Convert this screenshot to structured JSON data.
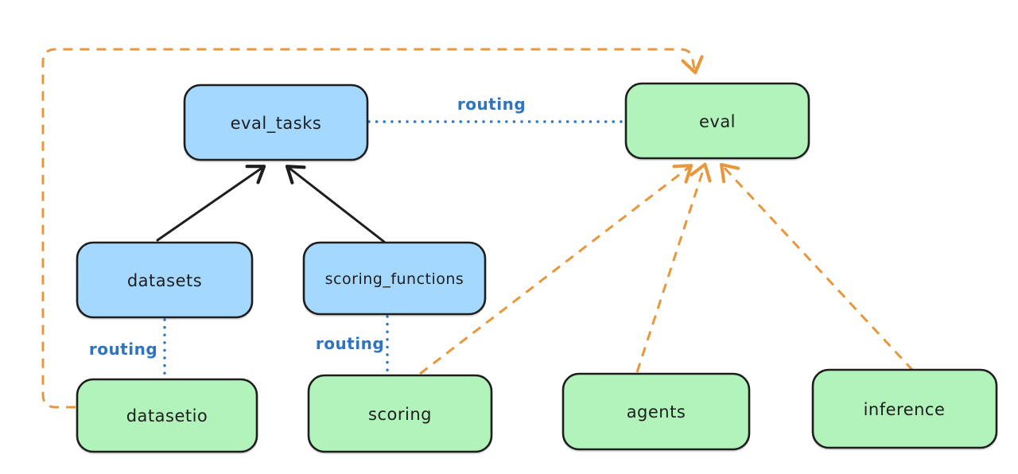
{
  "colors": {
    "background": "#ffffff",
    "node_border": "#1e1e1e",
    "node_blue_fill": "#a5d8ff",
    "node_green_fill": "#b2f2bb",
    "solid_edge": "#1e1e1e",
    "routing_edge": "#2f74c0",
    "provider_edge": "#e8973a"
  },
  "nodes": {
    "eval_tasks": {
      "label": "eval_tasks",
      "fill": "#a5d8ff",
      "kind": "api"
    },
    "eval": {
      "label": "eval",
      "fill": "#b2f2bb",
      "kind": "provider"
    },
    "datasets": {
      "label": "datasets",
      "fill": "#a5d8ff",
      "kind": "api"
    },
    "scoring_functions": {
      "label": "scoring_functions",
      "fill": "#a5d8ff",
      "kind": "api"
    },
    "datasetio": {
      "label": "datasetio",
      "fill": "#b2f2bb",
      "kind": "provider"
    },
    "scoring": {
      "label": "scoring",
      "fill": "#b2f2bb",
      "kind": "provider"
    },
    "agents": {
      "label": "agents",
      "fill": "#b2f2bb",
      "kind": "provider"
    },
    "inference": {
      "label": "inference",
      "fill": "#b2f2bb",
      "kind": "provider"
    }
  },
  "edge_labels": {
    "eval_tasks_to_eval": "routing",
    "datasets_to_datasetio": "routing",
    "scoring_functions_to_scoring": "routing"
  },
  "edges": [
    {
      "from": "datasets",
      "to": "eval_tasks",
      "style": "solid",
      "arrow": "end",
      "color": "#1e1e1e"
    },
    {
      "from": "scoring_functions",
      "to": "eval_tasks",
      "style": "solid",
      "arrow": "end",
      "color": "#1e1e1e"
    },
    {
      "from": "eval_tasks",
      "to": "eval",
      "style": "dotted",
      "arrow": "none",
      "color": "#2f74c0",
      "label": "routing"
    },
    {
      "from": "datasets",
      "to": "datasetio",
      "style": "dotted",
      "arrow": "none",
      "color": "#2f74c0",
      "label": "routing"
    },
    {
      "from": "scoring_functions",
      "to": "scoring",
      "style": "dotted",
      "arrow": "none",
      "color": "#2f74c0",
      "label": "routing"
    },
    {
      "from": "datasetio",
      "to": "eval",
      "style": "dashed",
      "arrow": "end",
      "color": "#e8973a"
    },
    {
      "from": "scoring",
      "to": "eval",
      "style": "dashed",
      "arrow": "end",
      "color": "#e8973a"
    },
    {
      "from": "agents",
      "to": "eval",
      "style": "dashed",
      "arrow": "end",
      "color": "#e8973a"
    },
    {
      "from": "inference",
      "to": "eval",
      "style": "dashed",
      "arrow": "end",
      "color": "#e8973a"
    }
  ]
}
